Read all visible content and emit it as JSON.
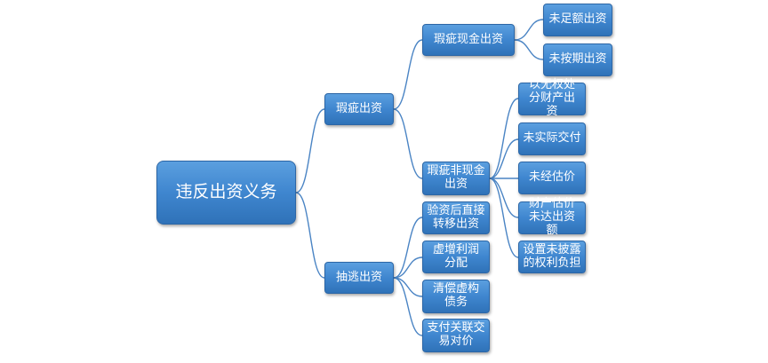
{
  "root": {
    "label": "违反出资义务"
  },
  "branches": [
    {
      "label": "瑕疵出资",
      "children": [
        {
          "label": "瑕疵现金出资",
          "children": [
            "未足额出资",
            "未按期出资"
          ]
        },
        {
          "label": "瑕疵非现金出资",
          "children": [
            "以无权处分财产出资",
            "未实际交付",
            "未经估价",
            "财产估价未达出资额",
            "设置未披露的权利负担"
          ]
        }
      ]
    },
    {
      "label": "抽逃出资",
      "children": [
        {
          "label": "验资后直接转移出资",
          "children": []
        },
        {
          "label": "虚增利润分配",
          "children": []
        },
        {
          "label": "清偿虚构债务",
          "children": []
        },
        {
          "label": "支付关联交易对价",
          "children": []
        }
      ]
    }
  ],
  "colors": {
    "node_fill": "#3f86cf",
    "node_border": "#2c66a6",
    "connector": "#4a84c4",
    "text": "#ffffff"
  }
}
